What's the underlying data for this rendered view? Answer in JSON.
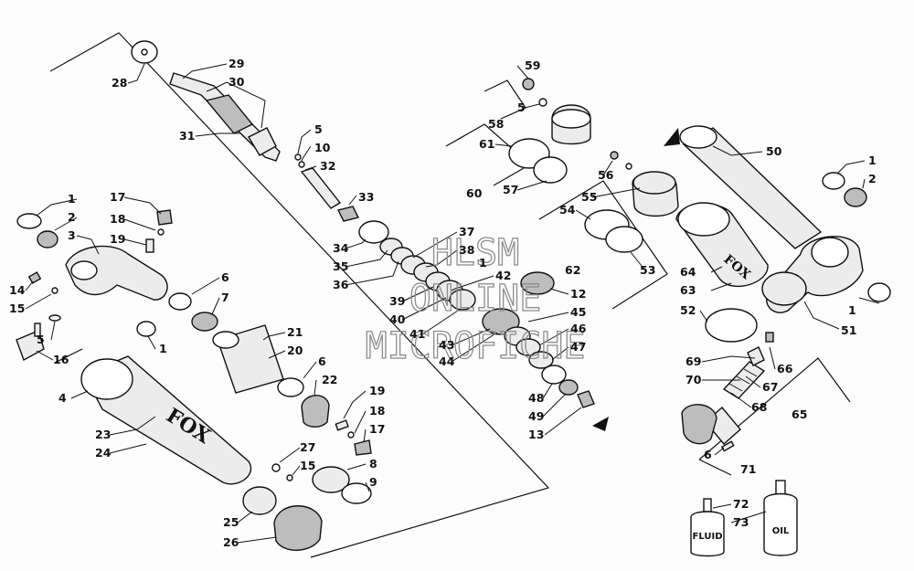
{
  "watermark": {
    "line1": "HLSM",
    "line2": "ONLINE",
    "line3": "MICROFICHE"
  },
  "brand": {
    "body_logo": "FOX",
    "body_logo_small": "FOX"
  },
  "bottles": {
    "fluid": "FLUID",
    "oil": "OIL"
  },
  "callouts": {
    "n1a": "1",
    "n1b": "1",
    "n1c": "1",
    "n1d": "1",
    "n2a": "2",
    "n2b": "2",
    "n3": "3",
    "n4": "4",
    "n5a": "5",
    "n5b": "5",
    "n5c": "5",
    "n6a": "6",
    "n6b": "6",
    "n6c": "6",
    "n7": "7",
    "n8": "8",
    "n9": "9",
    "n10": "10",
    "n12": "12",
    "n13": "13",
    "n14": "14",
    "n15a": "15",
    "n15b": "15",
    "n16": "16",
    "n17a": "17",
    "n17b": "17",
    "n18a": "18",
    "n18b": "18",
    "n19a": "19",
    "n19b": "19",
    "n20": "20",
    "n21": "21",
    "n22": "22",
    "n23": "23",
    "n24": "24",
    "n25": "25",
    "n26": "26",
    "n27": "27",
    "n28": "28",
    "n29": "29",
    "n30": "30",
    "n31": "31",
    "n32": "32",
    "n33": "33",
    "n34": "34",
    "n35": "35",
    "n36": "36",
    "n37": "37",
    "n38": "38",
    "n39": "39",
    "n40": "40",
    "n41": "41",
    "n42": "42",
    "n43": "43",
    "n44": "44",
    "n45": "45",
    "n46": "46",
    "n47": "47",
    "n48": "48",
    "n49": "49",
    "n50": "50",
    "n51": "51",
    "n52": "52",
    "n53": "53",
    "n54": "54",
    "n55": "55",
    "n56": "56",
    "n57": "57",
    "n58": "58",
    "n59": "59",
    "n60": "60",
    "n61": "61",
    "n62": "62",
    "n63": "63",
    "n64": "64",
    "n65": "65",
    "n66": "66",
    "n67": "67",
    "n68": "68",
    "n69": "69",
    "n70": "70",
    "n71": "71",
    "n72": "72",
    "n73": "73"
  }
}
